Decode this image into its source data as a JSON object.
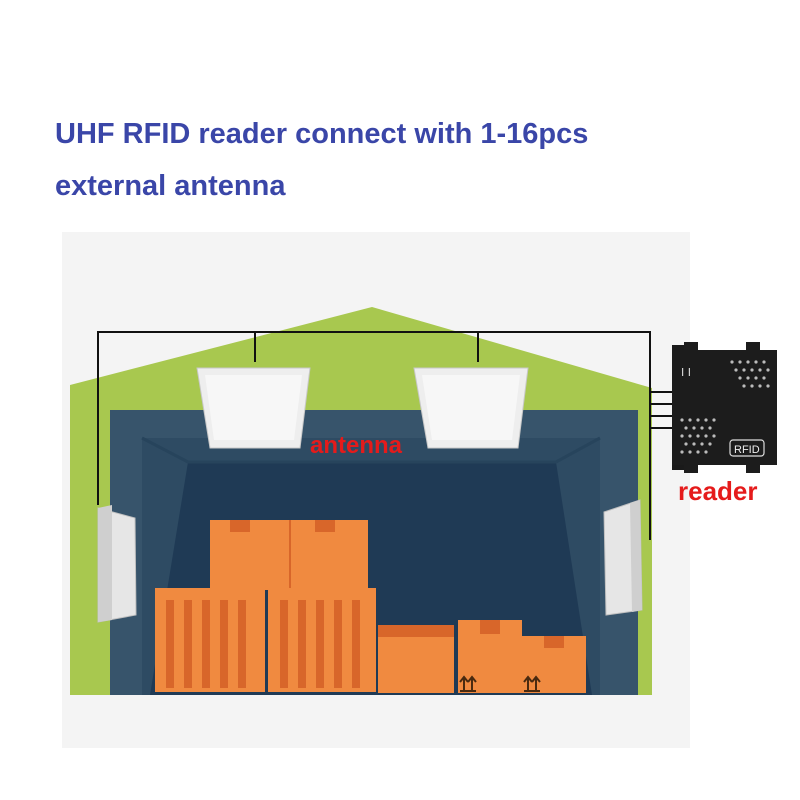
{
  "title": {
    "line1": "UHF RFID reader connect with 1-16pcs",
    "line2": "external antenna"
  },
  "labels": {
    "antenna": "antenna",
    "reader": "reader",
    "reader_badge": "RFID"
  },
  "colors": {
    "title": "#3a46a8",
    "label": "#e51b1b",
    "wall_green": "#a8c84f",
    "inner_blue": "#37546b",
    "floor_navy": "#1f3a55",
    "box_orange": "#f08a40",
    "box_dark": "#d8662a",
    "antenna_panel": "#eeeeee",
    "reader_body": "#1c1c1c"
  },
  "icons": [
    "antenna-panel",
    "rfid-reader",
    "this-side-up-symbol"
  ]
}
